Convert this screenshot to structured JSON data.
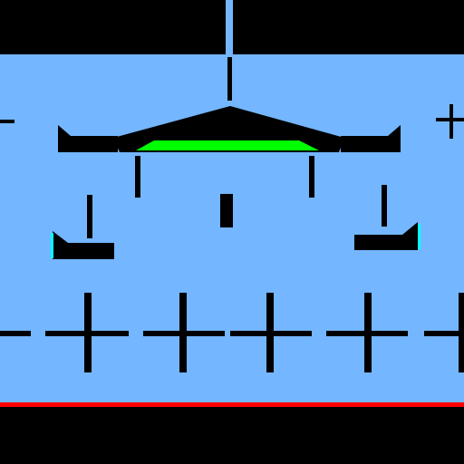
{
  "game": {
    "scene": "side-view-lunar-lander-style-hud",
    "colors": {
      "background": "#000000",
      "sky": "#74b6ff",
      "structure": "#000000",
      "accent_green": "#00ff00",
      "accent_cyan": "#00ffff",
      "ground_line": "#ff0000",
      "top_gauge": "#74b6ff"
    },
    "elements": {
      "main_body": "central-winged-craft",
      "landing_pads": [
        "left-landing-pad",
        "right-landing-pad"
      ],
      "crosshair_markers_top": [
        "left-edge-dash",
        "right-plus-marker"
      ],
      "grid_markers_bottom_count": 5
    }
  }
}
